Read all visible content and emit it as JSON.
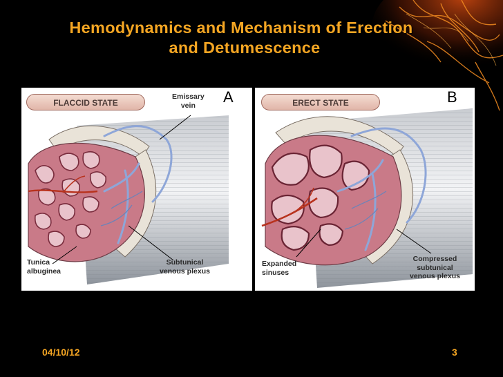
{
  "slide": {
    "title_line1": "Hemodynamics and Mechanism of Erection",
    "title_line2": "and Detumescence",
    "date": "04/10/12",
    "page_number": "3"
  },
  "panel_a": {
    "state_label": "FLACCID STATE",
    "letter": "A",
    "labels": {
      "emissary_vein": "Emissary\nvein",
      "tunica": "Tunica\nalbuginea",
      "subtunical": "Subtunical\nvenous plexus"
    }
  },
  "panel_b": {
    "state_label": "ERECT STATE",
    "letter": "B",
    "labels": {
      "expanded": "Expanded\nsinuses",
      "compressed": "Compressed\nsubtunical\nvenous plexus"
    }
  },
  "colors": {
    "title": "#f5a623",
    "background": "#000000",
    "tissue": "#b7495c",
    "cylinder": "#9aa0a8",
    "vein": "#8ea6d8"
  },
  "icons": [
    "flame-decoration-icon"
  ]
}
